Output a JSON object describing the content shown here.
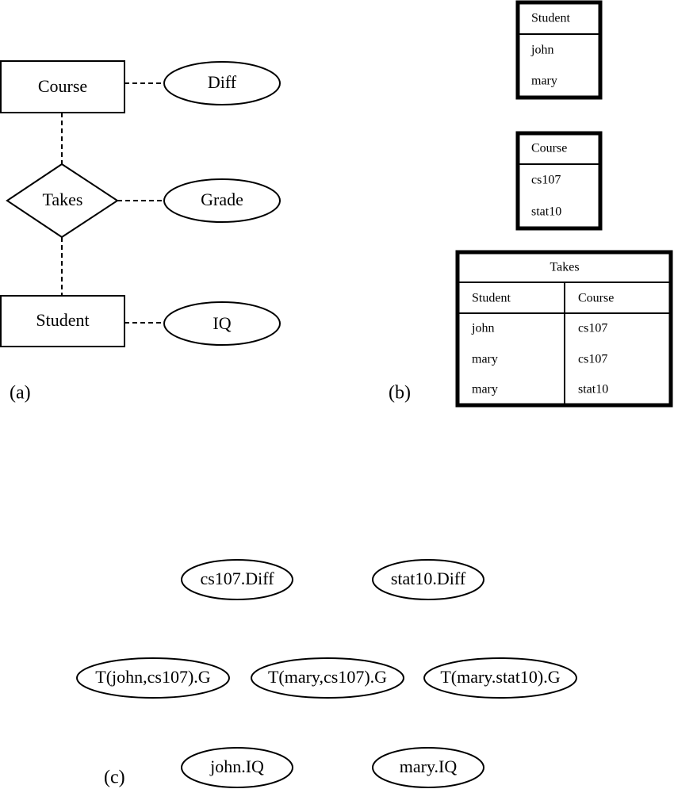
{
  "panels": {
    "a": "(a)",
    "b": "(b)",
    "c": "(c)"
  },
  "er": {
    "course": "Course",
    "diff": "Diff",
    "takes": "Takes",
    "grade": "Grade",
    "student": "Student",
    "iq": "IQ"
  },
  "tables": {
    "student": {
      "header": "Student",
      "rows": [
        "john",
        "mary"
      ]
    },
    "course": {
      "header": "Course",
      "rows": [
        "cs107",
        "stat10"
      ]
    },
    "takes": {
      "title": "Takes",
      "columns": [
        "Student",
        "Course"
      ],
      "rows": [
        [
          "john",
          "cs107"
        ],
        [
          "mary",
          "cs107"
        ],
        [
          "mary",
          "stat10"
        ]
      ]
    }
  },
  "nodes": {
    "cs107_diff": "cs107.Diff",
    "stat10_diff": "stat10.Diff",
    "t_john_cs107": "T(john,cs107).G",
    "t_mary_cs107": "T(mary,cs107).G",
    "t_mary_stat10": "T(mary.stat10).G",
    "john_iq": "john.IQ",
    "mary_iq": "mary.IQ"
  }
}
